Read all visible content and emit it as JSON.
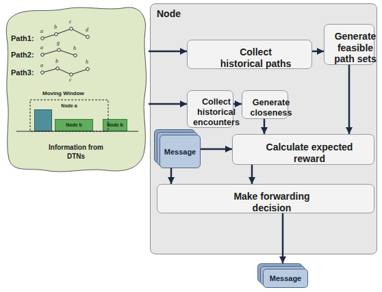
{
  "diagram": {
    "nodes": [
      {
        "text": [
          "Information from DTNs"
        ]
      },
      {
        "text": [
          "Node a"
        ],
        "in": 0
      },
      {
        "text": [
          "Node b"
        ],
        "in": 0
      },
      {
        "text": [
          "Node b"
        ],
        "in": 0
      },
      {
        "text": [
          "Node"
        ]
      },
      {
        "text": [
          "Collect historical paths"
        ],
        "in": 4
      },
      {
        "text": [
          "Generate feasible path sets"
        ],
        "in": 4
      },
      {
        "text": [
          "Collect historical encounters"
        ],
        "in": 4
      },
      {
        "text": [
          "Generate closeness"
        ],
        "in": 4
      },
      {
        "text": [
          "Message"
        ],
        "in": 4
      },
      {
        "text": [
          "Calculate expected reward"
        ],
        "in": 4
      },
      {
        "text": [
          "Make forwarding decision"
        ],
        "in": 4
      },
      {
        "text": [
          "Message"
        ]
      }
    ],
    "edges": [
      {
        "from": 0,
        "to": 5,
        "arrow": "to"
      },
      {
        "from": 0,
        "to": 7,
        "arrow": "to"
      },
      {
        "from": 5,
        "to": 6,
        "arrow": "to"
      },
      {
        "from": 7,
        "to": 8,
        "arrow": "to"
      },
      {
        "from": 8,
        "to": 10,
        "arrow": "to"
      },
      {
        "from": 6,
        "to": 10,
        "arrow": "to"
      },
      {
        "from": 9,
        "to": 10,
        "arrow": "to"
      },
      {
        "from": 9,
        "to": 11,
        "arrow": "to"
      },
      {
        "from": 10,
        "to": 11,
        "arrow": "to"
      },
      {
        "from": 11,
        "to": 12,
        "arrow": "to"
      }
    ],
    "labels": [
      "Path1:",
      "a",
      "b",
      "c",
      "d",
      "Path2:",
      "a",
      "g",
      "h",
      "Path3:",
      "a",
      "b",
      "c",
      "h",
      "Moving Window"
    ]
  }
}
